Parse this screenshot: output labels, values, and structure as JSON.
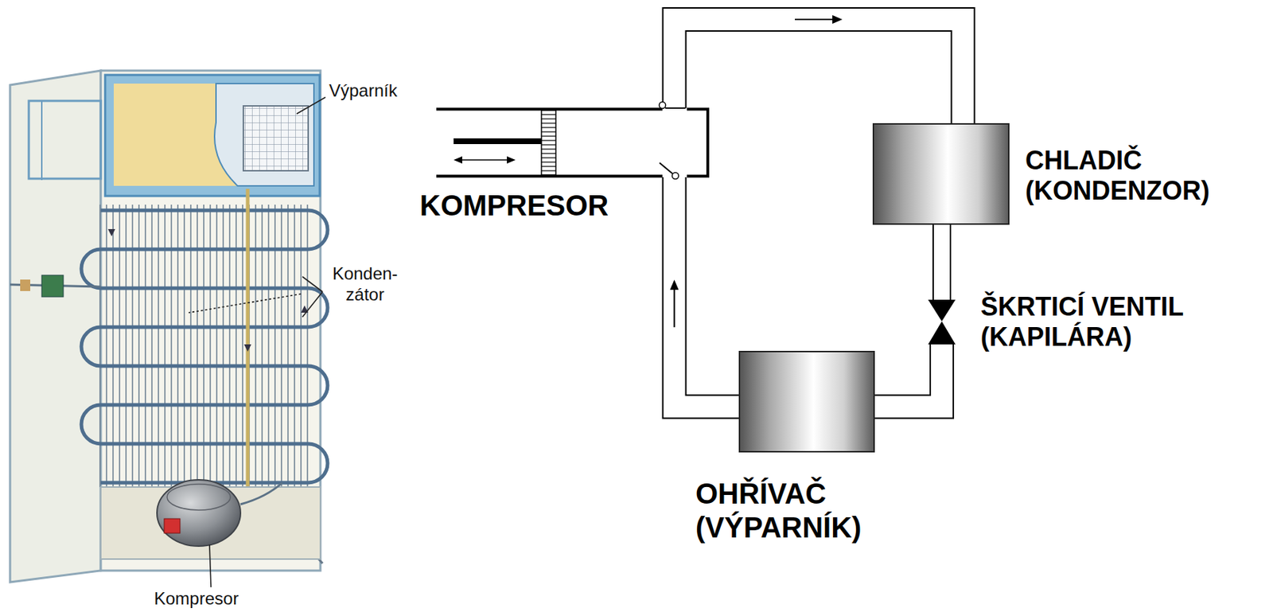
{
  "diagram": {
    "nodes": [
      {
        "text": [
          "KOMPRESOR"
        ]
      },
      {
        "text": [
          "CHLADIČ (KONDENZOR)"
        ]
      },
      {
        "text": [
          "ŠKRTICÍ VENTIL (KAPILÁRA)"
        ]
      },
      {
        "text": [
          "OHŘÍVAČ (VÝPARNÍK)"
        ]
      }
    ],
    "edges": [
      {
        "from": 0,
        "to": 1,
        "arrow": "to"
      },
      {
        "from": 1,
        "to": 2,
        "arrow": "none"
      },
      {
        "from": 2,
        "to": 3,
        "arrow": "none"
      },
      {
        "from": 3,
        "to": 0,
        "arrow": "to"
      }
    ],
    "labels": [
      "Výparník",
      "Konden- zátor",
      "Kompresor"
    ]
  }
}
